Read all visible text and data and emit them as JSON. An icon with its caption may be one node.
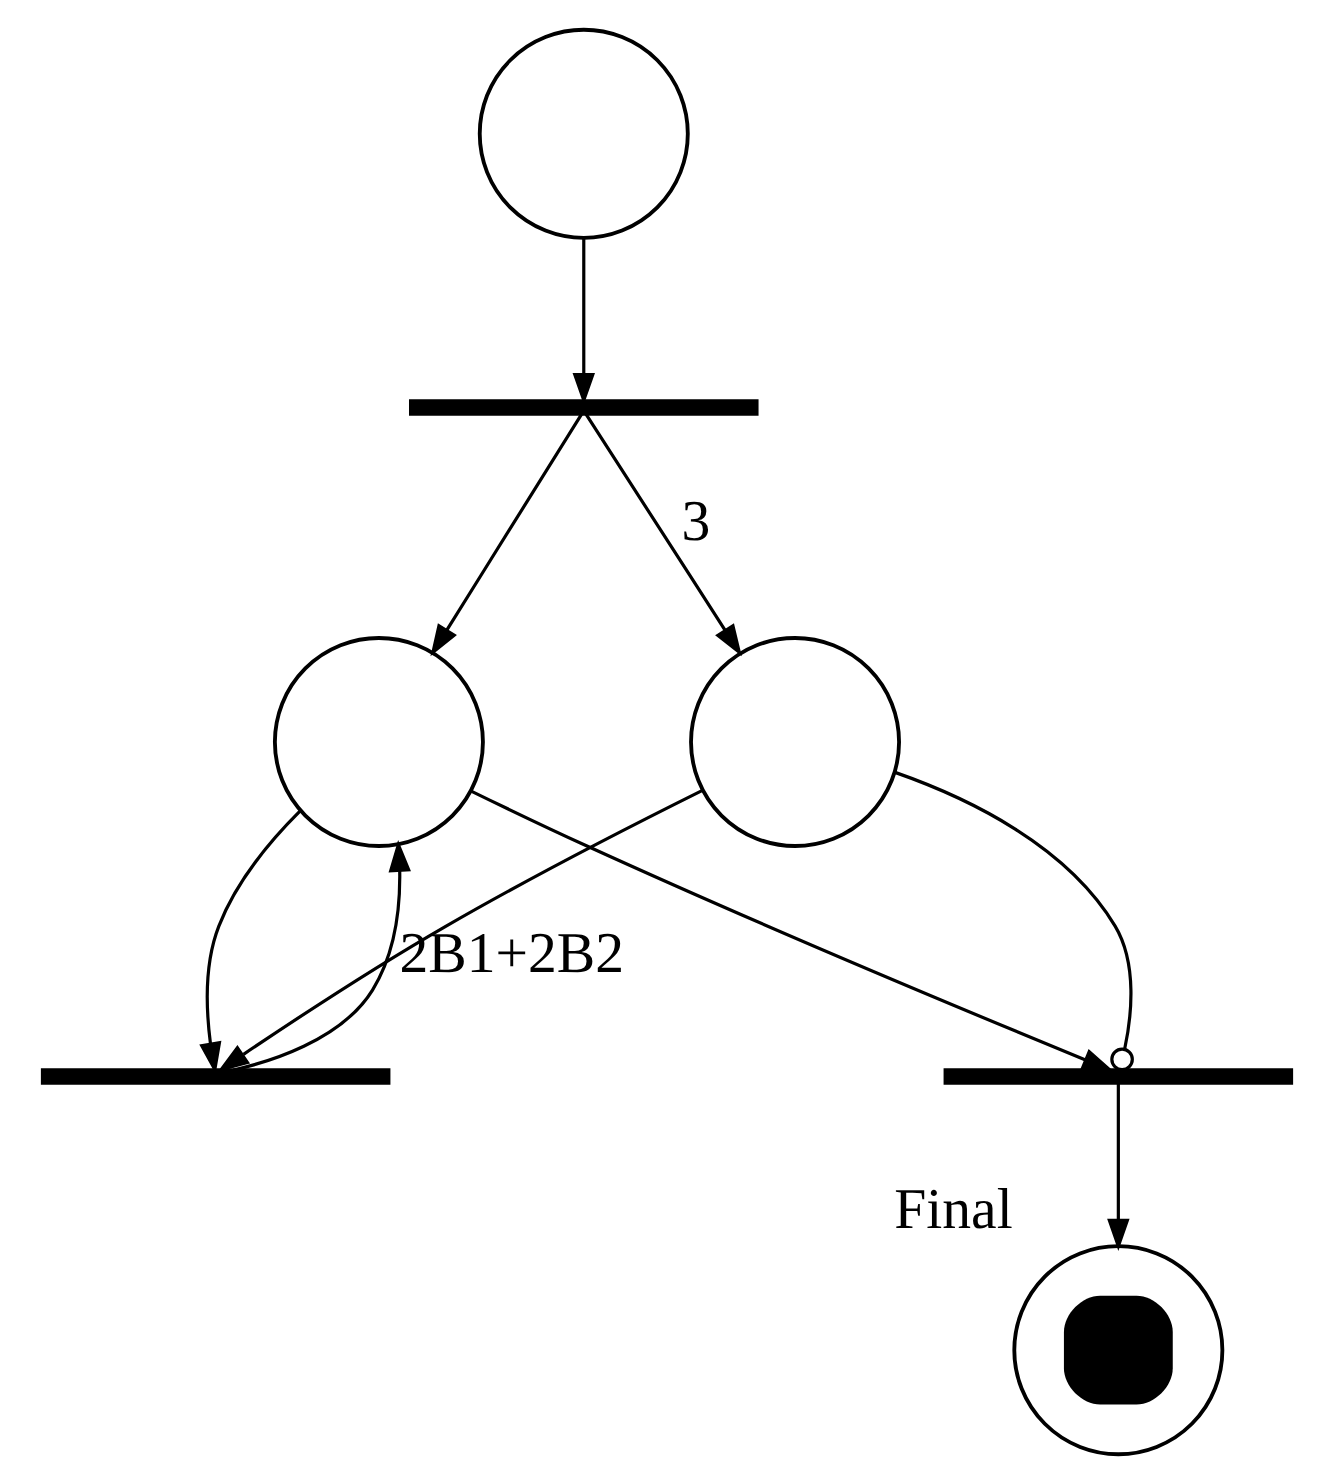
{
  "diagram": {
    "nodes": [
      {
        "text": [],
        "shape": "circle"
      },
      {
        "text": [],
        "shape": "bar"
      },
      {
        "text": [],
        "shape": "circle"
      },
      {
        "text": [],
        "shape": "circle"
      },
      {
        "text": [],
        "shape": "bar"
      },
      {
        "text": [],
        "shape": "bar"
      },
      {
        "text": [],
        "shape": "circle",
        "beside": [
          "Final"
        ]
      }
    ],
    "edges": [
      {
        "from": 0,
        "to": 1,
        "arrow": "to"
      },
      {
        "from": 1,
        "to": 2,
        "arrow": "to"
      },
      {
        "from": 1,
        "to": 3,
        "arrow": "to",
        "label": "3"
      },
      {
        "from": 2,
        "to": 4,
        "arrow": "to"
      },
      {
        "from": 3,
        "to": 4,
        "arrow": "to"
      },
      {
        "from": 2,
        "to": 5,
        "arrow": "to"
      },
      {
        "from": 3,
        "to": 5,
        "arrow": "other"
      },
      {
        "from": 4,
        "to": 2,
        "arrow": "to",
        "label": "2B1+2B2"
      },
      {
        "from": 5,
        "to": 6,
        "arrow": "to"
      }
    ]
  }
}
